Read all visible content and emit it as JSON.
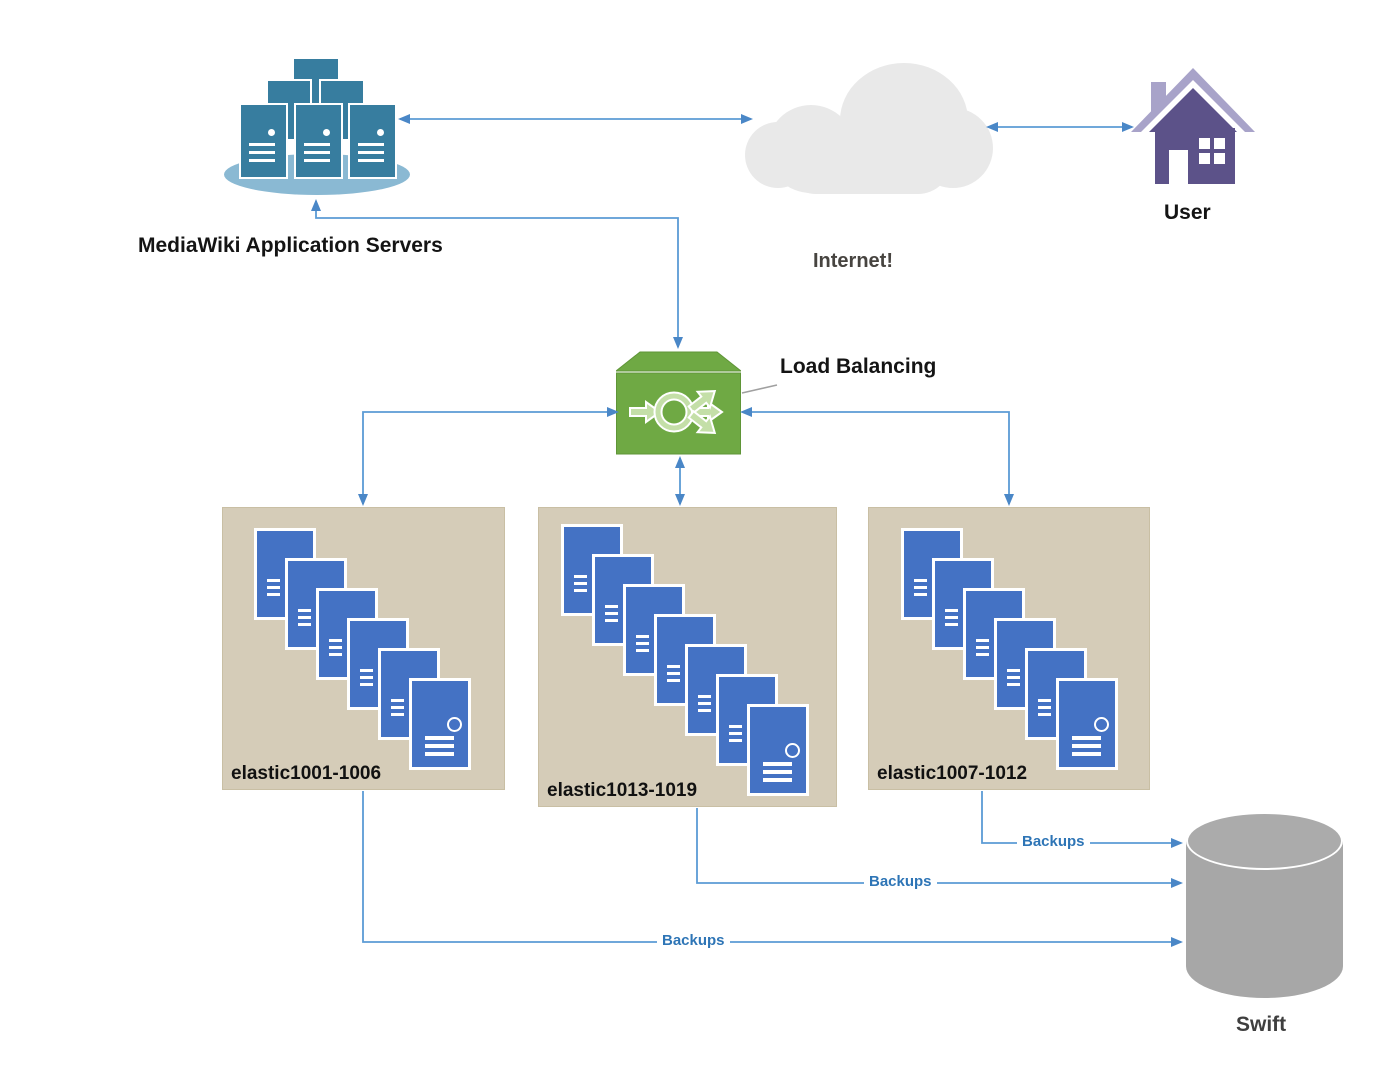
{
  "diagram_labels": {
    "mediawiki": "MediaWiki Application Servers",
    "internet": "Internet!",
    "user": "User",
    "load_balancing": "Load Balancing",
    "swift": "Swift"
  },
  "clusters": [
    {
      "label": "elastic1001-1006",
      "server_cards": 6
    },
    {
      "label": "elastic1013-1019",
      "server_cards": 7
    },
    {
      "label": "elastic1007-1012",
      "server_cards": 6
    }
  ],
  "backup_edge_labels": [
    "Backups",
    "Backups",
    "Backups"
  ],
  "colors": {
    "connector": "#5b9bd5",
    "arrowhead": "#4a87c7",
    "backup_text": "#2e75b6",
    "cluster_box": "#d5ccb8",
    "server_card": "#4472c4",
    "load_balancer": "#6fa944",
    "mediawiki_server": "#377d9f",
    "mediawiki_platform": "#8ab9d3",
    "cloud": "#e9e9e9",
    "house_body": "#5c5289",
    "house_roof": "#a8a3c9",
    "cylinder": "#a7a7a7"
  }
}
